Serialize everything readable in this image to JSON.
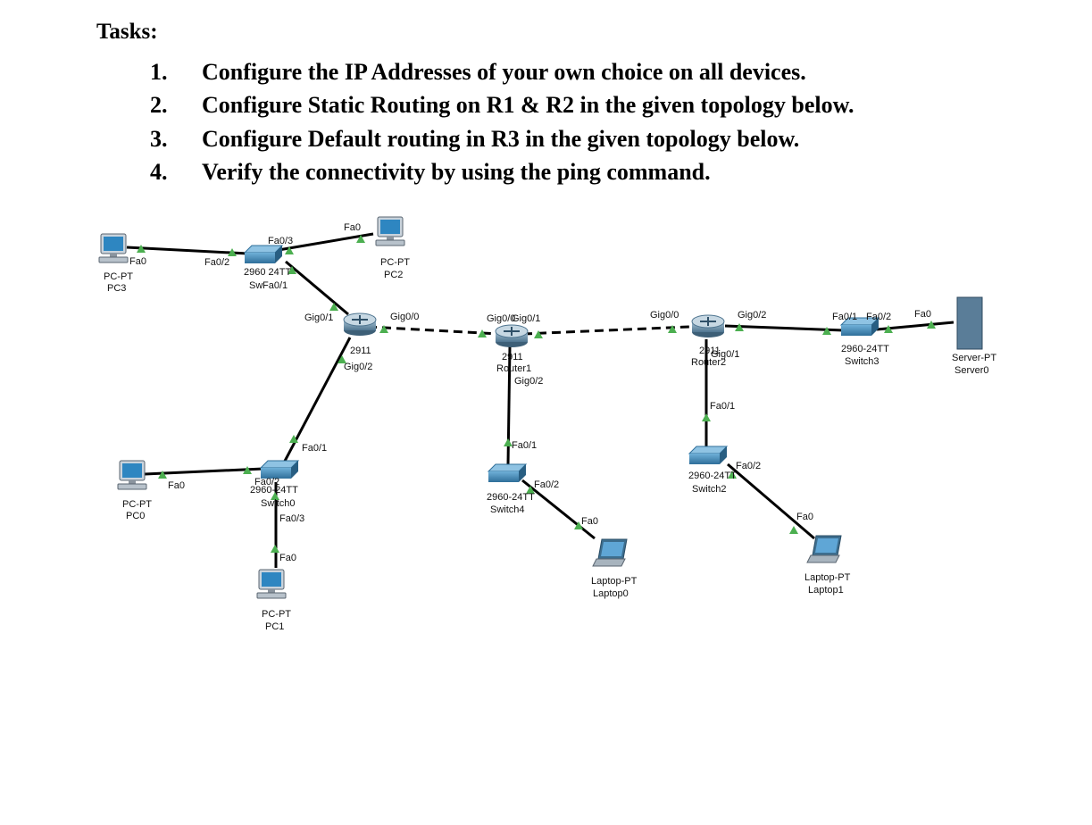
{
  "heading": "Tasks:",
  "tasks": [
    {
      "num": "1.",
      "text": "Configure the IP Addresses of your own choice on all devices."
    },
    {
      "num": "2.",
      "text": "Configure Static Routing on R1 & R2 in the given topology below."
    },
    {
      "num": "3.",
      "text": "Configure Default routing in R3 in the given topology below."
    },
    {
      "num": "4.",
      "text": "Verify the connectivity by using the ping command."
    }
  ],
  "colors": {
    "link": "#000000",
    "port_marker": "#4caf50",
    "switch": "#4a90b8",
    "router": "#6a8fa8"
  },
  "devices": {
    "pc3": {
      "type": "PC-PT",
      "name": "PC3",
      "icon": "pc-icon"
    },
    "pc2": {
      "type": "PC-PT",
      "name": "PC2",
      "icon": "pc-icon"
    },
    "pc0": {
      "type": "PC-PT",
      "name": "PC0",
      "icon": "pc-icon"
    },
    "pc1": {
      "type": "PC-PT",
      "name": "PC1",
      "icon": "pc-icon"
    },
    "switch1": {
      "model": "2960 24TT",
      "name": "Sw",
      "icon": "switch-icon"
    },
    "switch0": {
      "model": "2960-24TT",
      "name": "Switch0",
      "icon": "switch-icon"
    },
    "switch4": {
      "model": "2960-24TT",
      "name": "Switch4",
      "icon": "switch-icon"
    },
    "switch2": {
      "model": "2960-24TT",
      "name": "Switch2",
      "icon": "switch-icon"
    },
    "switch3": {
      "model": "2960-24TT",
      "name": "Switch3",
      "icon": "switch-icon"
    },
    "router0": {
      "model": "2911",
      "icon": "router-icon"
    },
    "router1": {
      "model": "2911",
      "name": "Router1",
      "icon": "router-icon"
    },
    "router2": {
      "model": "2911",
      "name": "Router2",
      "icon": "router-icon"
    },
    "laptop0": {
      "type": "Laptop-PT",
      "name": "Laptop0",
      "icon": "laptop-icon"
    },
    "laptop1": {
      "type": "Laptop-PT",
      "name": "Laptop1",
      "icon": "laptop-icon"
    },
    "server0": {
      "type": "Server-PT",
      "name": "Server0",
      "icon": "server-icon"
    }
  },
  "ports": {
    "pc3_fa0": "Fa0",
    "sw_fa02": "Fa0/2",
    "sw_fa03": "Fa0/3",
    "sw_fa01": "Fa0/1",
    "pc2_fa0": "Fa0",
    "r0_gig01": "Gig0/1",
    "r0_gig00": "Gig0/0",
    "r0_gig02": "Gig0/2",
    "r1_gig00": "Gig0/0",
    "r1_gig01": "Gig0/1",
    "r1_gig02": "Gig0/2",
    "r2_gig00": "Gig0/0",
    "r2_gig02": "Gig0/2",
    "r2_gig01": "Gig0/1",
    "s3_fa01": "Fa0/1",
    "s3_fa02": "Fa0/2",
    "server_fa0": "Fa0",
    "s0_fa01": "Fa0/1",
    "s0_fa02": "Fa0/2",
    "s0_fa03": "Fa0/3",
    "pc0_fa0": "Fa0",
    "pc1_fa0": "Fa0",
    "s4_fa01": "Fa0/1",
    "s4_fa02": "Fa0/2",
    "laptop0_fa0": "Fa0",
    "s2_fa01": "Fa0/1",
    "s2_fa02": "Fa0/2",
    "laptop1_fa0": "Fa0"
  }
}
